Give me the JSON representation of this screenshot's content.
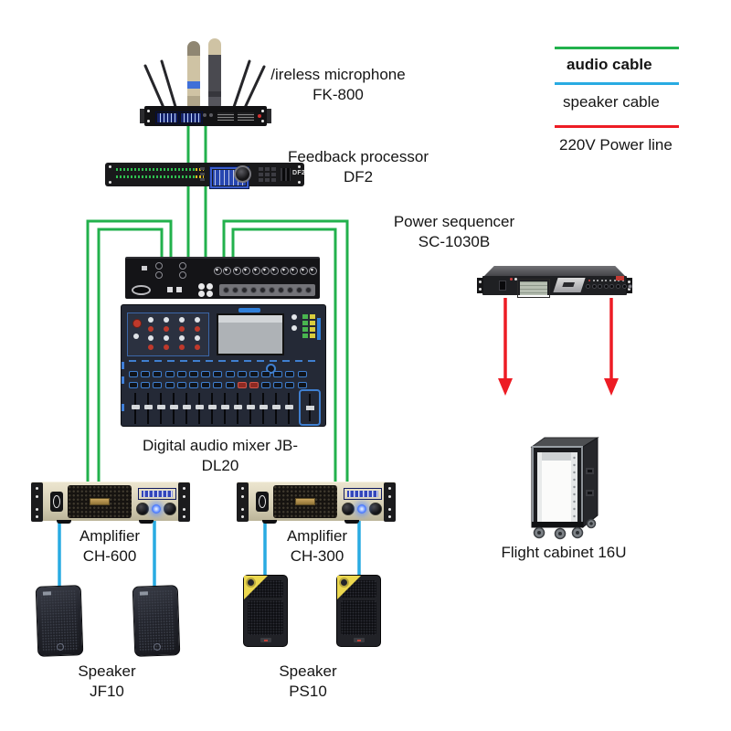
{
  "legend": {
    "audio": {
      "label": "audio cable",
      "color": "#22b14c"
    },
    "speaker": {
      "label": "speaker cable",
      "color": "#29abe2"
    },
    "power": {
      "label": "220V Power line",
      "color": "#ed1c24"
    }
  },
  "labels": {
    "wireless_mic": {
      "line1": "/ireless microphone",
      "line2": "FK-800"
    },
    "feedback": {
      "line1": "Feedback processor",
      "line2": "DF2"
    },
    "sequencer": {
      "line1": "Power sequencer",
      "line2": "SC-1030B"
    },
    "mixer": {
      "line1": "Digital audio mixer JB-",
      "line2": "DL20"
    },
    "amp_left": {
      "line1": "Amplifier",
      "line2": "CH-600"
    },
    "amp_right": {
      "line1": "Amplifier",
      "line2": "CH-300"
    },
    "cabinet": {
      "line1": "Flight cabinet 16U"
    },
    "speakers_left": {
      "line1": "Speaker",
      "line2": "JF10"
    },
    "speakers_right": {
      "line1": "Speaker",
      "line2": "PS10"
    }
  },
  "device_markings": {
    "feedback_model": "DF2"
  },
  "cables": [
    {
      "type": "audio",
      "points": [
        [
          206,
          134
        ],
        [
          206,
          285
        ]
      ]
    },
    {
      "type": "audio",
      "points": [
        [
          225,
          134
        ],
        [
          225,
          285
        ]
      ]
    },
    {
      "type": "audio",
      "points": [
        [
          187,
          285
        ],
        [
          187,
          242
        ],
        [
          96,
          242
        ],
        [
          96,
          533
        ]
      ]
    },
    {
      "type": "audio",
      "points": [
        [
          177,
          285
        ],
        [
          177,
          251
        ],
        [
          108,
          251
        ],
        [
          108,
          533
        ]
      ]
    },
    {
      "type": "audio",
      "points": [
        [
          245,
          285
        ],
        [
          245,
          242
        ],
        [
          380,
          242
        ],
        [
          380,
          533
        ]
      ]
    },
    {
      "type": "audio",
      "points": [
        [
          255,
          285
        ],
        [
          255,
          251
        ],
        [
          367,
          251
        ],
        [
          367,
          533
        ]
      ]
    },
    {
      "type": "speaker",
      "points": [
        [
          65,
          568
        ],
        [
          65,
          648
        ]
      ],
      "width": 3.5
    },
    {
      "type": "speaker",
      "points": [
        [
          169,
          568
        ],
        [
          169,
          648
        ]
      ],
      "width": 3.5
    },
    {
      "type": "speaker",
      "points": [
        [
          290,
          568
        ],
        [
          290,
          636
        ]
      ],
      "width": 3.5
    },
    {
      "type": "speaker",
      "points": [
        [
          393,
          568
        ],
        [
          393,
          636
        ]
      ],
      "width": 3.5
    },
    {
      "type": "power",
      "points": [
        [
          553,
          326
        ],
        [
          553,
          416
        ]
      ],
      "width": 3.5,
      "arrow": true
    },
    {
      "type": "power",
      "points": [
        [
          669,
          326
        ],
        [
          669,
          416
        ]
      ],
      "width": 3.5,
      "arrow": true
    }
  ]
}
